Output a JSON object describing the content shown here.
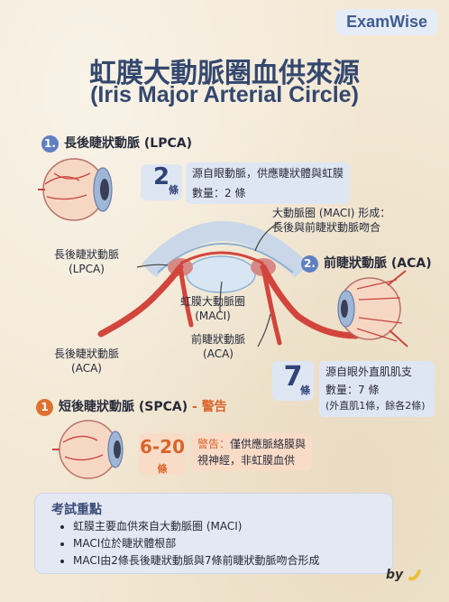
{
  "brand": "ExamWise",
  "title_zh": "虹膜大動脈圈血供來源",
  "title_en": "(Iris Major Arterial Circle)",
  "lpca": {
    "badge": "1.",
    "heading": "長後睫狀動脈 (LPCA)",
    "count": "2",
    "unit": "條",
    "info_line1": "源自眼動脈，供應睫狀體與虹膜",
    "info_line2": "數量：2 條"
  },
  "aca": {
    "badge": "2.",
    "heading": "前睫狀動脈 (ACA)",
    "count": "7",
    "unit": "條",
    "info_line1": "源自眼外直肌肌支",
    "info_line2": "數量：7 條",
    "info_line3": "(外直肌1條，餘各2條)"
  },
  "spca": {
    "badge": "1",
    "heading": "短後睫狀動脈 (SPCA)",
    "warn_dash": " - ",
    "warn": "警告",
    "count": "6-20",
    "unit": "條",
    "warn_label": "警告：",
    "warn_text1": "僅供應脈絡膜與",
    "warn_text2": "視神經，非虹膜血供"
  },
  "diagram": {
    "maci_note1": "大動脈圈 (MACI) 形成：",
    "maci_note2": "長後與前睫狀動脈吻合",
    "left_lpca1": "長後睫狀動脈",
    "left_lpca2": "(LPCA)",
    "left_aca1": "長後睫狀動脈",
    "left_aca2": "(ACA)",
    "center_maci1": "虹膜大動脈圈",
    "center_maci2": "(MACI)",
    "center_aca1": "前睫狀動脈",
    "center_aca2": "(ACA)"
  },
  "exam": {
    "title": "考試重點",
    "items": [
      "虹膜主要血供來自大動脈圈 (MACI)",
      "MACI位於睫狀體根部",
      "MACI由2條長後睫狀動脈與7條前睫狀動脈吻合形成"
    ]
  },
  "signature": "by",
  "colors": {
    "title": "#34486f",
    "artery": "#d2453c",
    "accent_blue": "#5f7fc0",
    "accent_orange": "#e07030",
    "box_blue": "#dfe6f3",
    "box_orange": "#f8dcc8"
  }
}
